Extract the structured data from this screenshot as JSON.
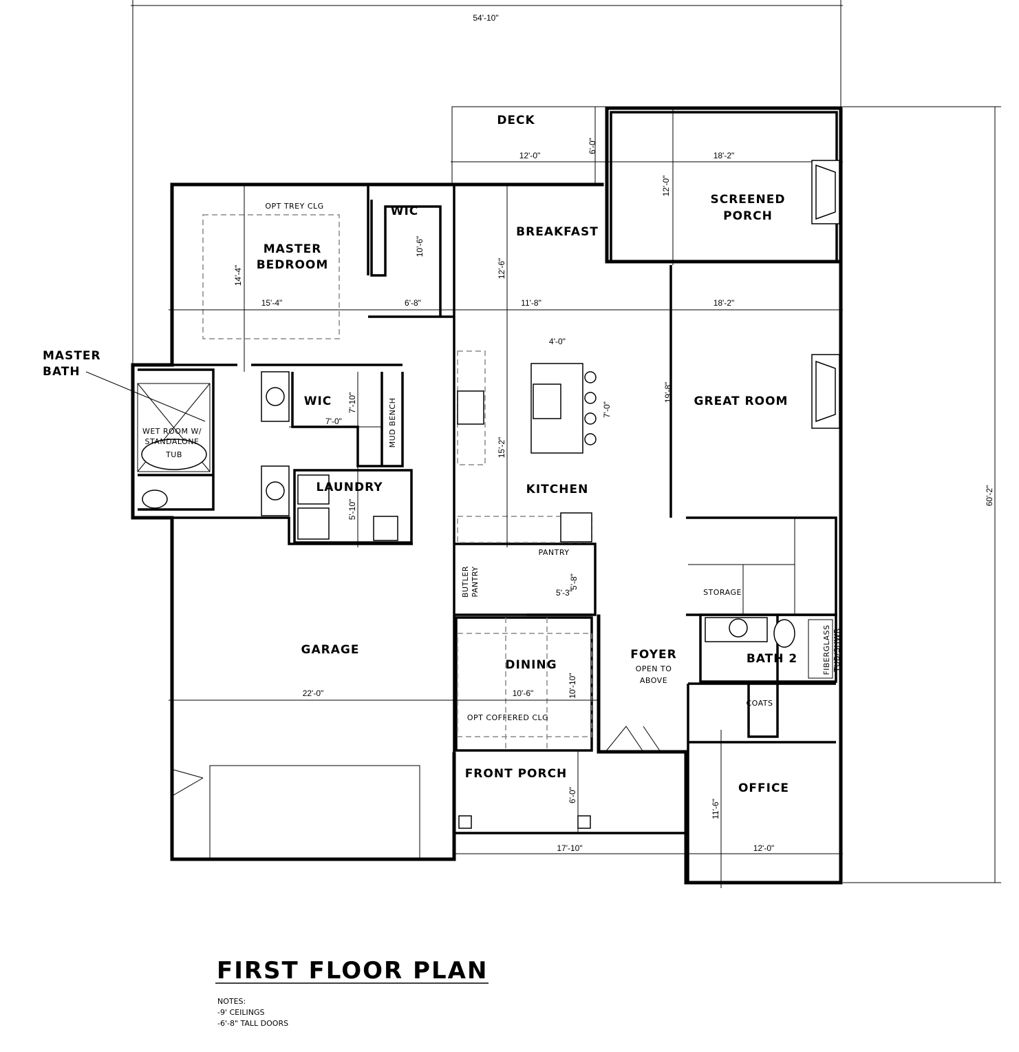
{
  "title": "FIRST FLOOR PLAN",
  "notes": [
    "NOTES:",
    "-9' CEILINGS",
    "-6'-8\" TALL DOORS"
  ],
  "rooms": {
    "deck": "DECK",
    "screened_porch": [
      "SCREENED",
      "PORCH"
    ],
    "breakfast": "BREAKFAST",
    "master_bedroom": [
      "MASTER",
      "BEDROOM"
    ],
    "opt_trey": "OPT TREY CLG",
    "wic_master": "WIC",
    "master_bath_callout": [
      "MASTER",
      "BATH"
    ],
    "wet_room": [
      "WET ROOM W/",
      "STANDALONE",
      "TUB"
    ],
    "wic_bath": "WIC",
    "mud_bench": "MUD BENCH",
    "laundry": "LAUNDRY",
    "kitchen": "KITCHEN",
    "great_room": "GREAT ROOM",
    "pantry": "PANTRY",
    "butler_pantry": [
      "BUTLER",
      "PANTRY"
    ],
    "storage": "STORAGE",
    "garage": "GARAGE",
    "dining": "DINING",
    "opt_coffered": "OPT COFFERED CLG",
    "foyer": "FOYER",
    "foyer_sub": [
      "OPEN TO",
      "ABOVE"
    ],
    "bath2": "BATH 2",
    "fiberglass": [
      "FIBERGLASS",
      "TUB/SHWR"
    ],
    "coats": "COATS",
    "office": "OFFICE",
    "front_porch": "FRONT PORCH"
  },
  "dimensions": {
    "overall_width": "54'-10\"",
    "overall_depth": "60'-2\"",
    "deck_w": "12'-0\"",
    "deck_d": "6'-0\"",
    "porch_w": "18'-2\"",
    "porch_d": "12'-0\"",
    "master_w": "15'-4\"",
    "master_d": "14'-4\"",
    "wic_w": "6'-8\"",
    "wic_d": "10'-6\"",
    "breakfast_w": "11'-8\"",
    "breakfast_d": "12'-6\"",
    "great_w": "18'-2\"",
    "great_d": "19'-8\"",
    "island_w": "4'-0\"",
    "island_d": "7'-0\"",
    "kitchen_d": "15'-2\"",
    "wic2_w": "7'-0\"",
    "wic2_d": "7'-10\"",
    "laundry_d": "5'-10\"",
    "pantry_w": "5'-3\"",
    "pantry_d": "5'-8\"",
    "garage_w": "22'-0\"",
    "dining_w": "10'-6\"",
    "dining_d": "10'-10\"",
    "front_porch_w": "17'-10\"",
    "front_porch_d": "6'-0\"",
    "office_w": "12'-0\"",
    "office_d": "11'-6\""
  }
}
